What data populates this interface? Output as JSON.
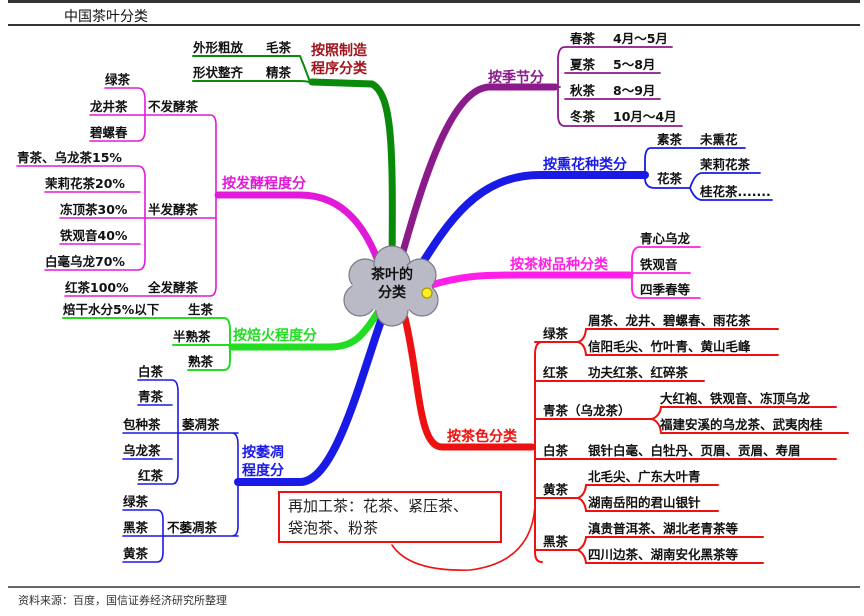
{
  "title": "中国茶叶分类",
  "source": "资料来源：百度，国信证券经济研究所整理",
  "center": {
    "line1": "茶叶的",
    "line2": "分类"
  },
  "manufacturing": {
    "label1": "按照制造",
    "label2": "程序分类",
    "items": [
      {
        "desc": "外形粗放",
        "name": "毛茶"
      },
      {
        "desc": "形状整齐",
        "name": "精茶"
      }
    ]
  },
  "fermentation": {
    "label": "按发酵程度分",
    "groups": [
      {
        "name": "不发酵茶",
        "items": [
          "绿茶",
          "龙井茶",
          "碧螺春"
        ]
      },
      {
        "name": "半发酵茶",
        "items": [
          "青茶、乌龙茶15%",
          "茉莉花茶20%",
          "冻顶茶30%",
          "铁观音40%",
          "白毫乌龙70%"
        ]
      },
      {
        "name": "全发酵茶",
        "items": [
          "红茶100%"
        ]
      }
    ]
  },
  "roasting": {
    "label": "按焙火程度分",
    "items": [
      {
        "name": "生茶",
        "desc": "焙干水分5%以下"
      },
      {
        "name": "半熟茶"
      },
      {
        "name": "熟茶"
      }
    ]
  },
  "withering": {
    "label1": "按萎凋",
    "label2": "程度分",
    "groups": [
      {
        "name": "萎凋茶",
        "items": [
          "白茶",
          "青茶",
          "包种茶",
          "乌龙茶",
          "红茶"
        ]
      },
      {
        "name": "不萎凋茶",
        "items": [
          "绿茶",
          "黑茶",
          "黄茶"
        ]
      }
    ]
  },
  "reprocessed": {
    "line1": "再加工茶：花茶、紧压茶、",
    "line2": "袋泡茶、粉茶"
  },
  "color": {
    "label": "按茶色分类",
    "groups": [
      {
        "name": "绿茶",
        "items": [
          "眉茶、龙井、碧螺春、雨花茶",
          "信阳毛尖、竹叶青、黄山毛峰"
        ]
      },
      {
        "name": "红茶",
        "items": [
          "功夫红茶、红碎茶"
        ]
      },
      {
        "name": "青茶（乌龙茶）",
        "items": [
          "大红袍、铁观音、冻顶乌龙",
          "福建安溪的乌龙茶、武夷肉桂"
        ]
      },
      {
        "name": "白茶",
        "items": [
          "银针白毫、白牡丹、页眉、贡眉、寿眉"
        ]
      },
      {
        "name": "黄茶",
        "items": [
          "北毛尖、广东大叶青",
          "湖南岳阳的君山银针"
        ]
      },
      {
        "name": "黑茶",
        "items": [
          "滇贵普洱茶、湖北老青茶等",
          "四川边茶、湖南安化黑茶等"
        ]
      }
    ]
  },
  "season": {
    "label": "按季节分",
    "items": [
      {
        "name": "春茶",
        "months": "4月～5月"
      },
      {
        "name": "夏茶",
        "months": "5～8月"
      },
      {
        "name": "秋茶",
        "months": "8～9月"
      },
      {
        "name": "冬茶",
        "months": "10月～4月"
      }
    ]
  },
  "scent": {
    "label": "按熏花种类分",
    "groups": [
      {
        "name": "素茶",
        "items": [
          "未熏花"
        ]
      },
      {
        "name": "花茶",
        "items": [
          "茉莉花茶",
          "桂花茶......."
        ]
      }
    ]
  },
  "cultivar": {
    "label": "按茶树品种分类",
    "items": [
      "青心乌龙",
      "铁观音",
      "四季春等"
    ]
  },
  "colors": {
    "manufacturing": "#0a8a0a",
    "fermentation": "#e01ad8",
    "roasting": "#22dd22",
    "withering": "#1a1ae6",
    "color": "#ee1111",
    "season": "#8b1a8b",
    "scent": "#1a1ae6",
    "cultivar": "#ff1fe6",
    "manufacturing_label": "#a0141e"
  }
}
